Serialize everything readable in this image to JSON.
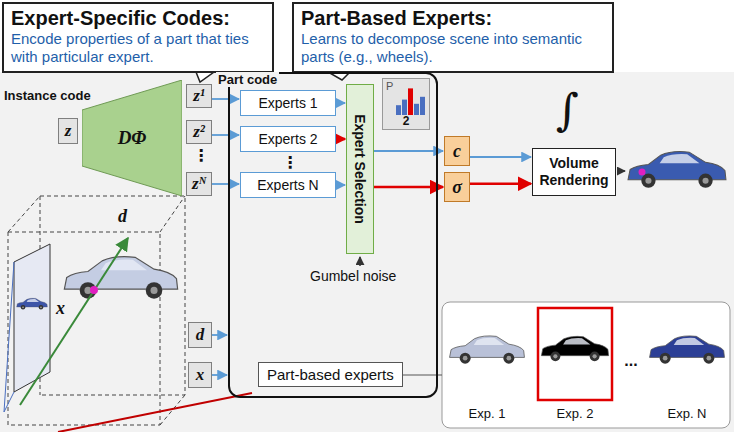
{
  "diagram": {
    "nodes": [
      {
        "text": [
          "Expert-Specific Codes:",
          "Encode properties of a part that ties with particular expert."
        ]
      },
      {
        "text": [
          "Part-Based Experts:",
          "Learns to decompose scene into semantic parts (e.g., wheels)."
        ]
      },
      {
        "text": [
          "z"
        ]
      },
      {
        "text": [
          "DΦ"
        ]
      },
      {
        "text": [
          "z¹"
        ]
      },
      {
        "text": [
          "z²"
        ]
      },
      {
        "text": [
          "zᴺ"
        ]
      },
      {
        "text": [
          "Part-based experts"
        ]
      },
      {
        "text": [
          "Experts 1"
        ],
        "in": 7
      },
      {
        "text": [
          "Experts 2"
        ],
        "in": 7
      },
      {
        "text": [
          "Experts N"
        ],
        "in": 7
      },
      {
        "text": [
          "Expert Selection"
        ],
        "in": 7
      },
      {
        "text": [
          "P",
          "2"
        ],
        "in": 7
      },
      {
        "text": [
          "c"
        ]
      },
      {
        "text": [
          "σ"
        ]
      },
      {
        "text": [
          "Volume Rendering"
        ]
      },
      {
        "text": [
          "d"
        ]
      },
      {
        "text": [
          "x"
        ]
      }
    ],
    "edges": [
      {
        "from": 4,
        "to": 8,
        "arrow": "to"
      },
      {
        "from": 5,
        "to": 9,
        "arrow": "to"
      },
      {
        "from": 6,
        "to": 10,
        "arrow": "to"
      },
      {
        "from": 8,
        "to": 11,
        "arrow": "to"
      },
      {
        "from": 9,
        "to": 11,
        "arrow": "to"
      },
      {
        "from": 10,
        "to": 11,
        "arrow": "to"
      },
      {
        "from": 11,
        "to": 13,
        "arrow": "to"
      },
      {
        "from": 11,
        "to": 14,
        "arrow": "to"
      },
      {
        "from": 13,
        "to": 15,
        "arrow": "to"
      },
      {
        "from": 14,
        "to": 15,
        "arrow": "to"
      },
      {
        "from": 16,
        "to": 7,
        "arrow": "to"
      },
      {
        "from": 17,
        "to": 7,
        "arrow": "to"
      }
    ],
    "labels": [
      "Instance code",
      "Part code",
      "⋮",
      "⋮",
      "Gumbel noise",
      "∫",
      "d",
      "x",
      "Exp. 1",
      "Exp. 2",
      "...",
      "Exp. N"
    ]
  }
}
